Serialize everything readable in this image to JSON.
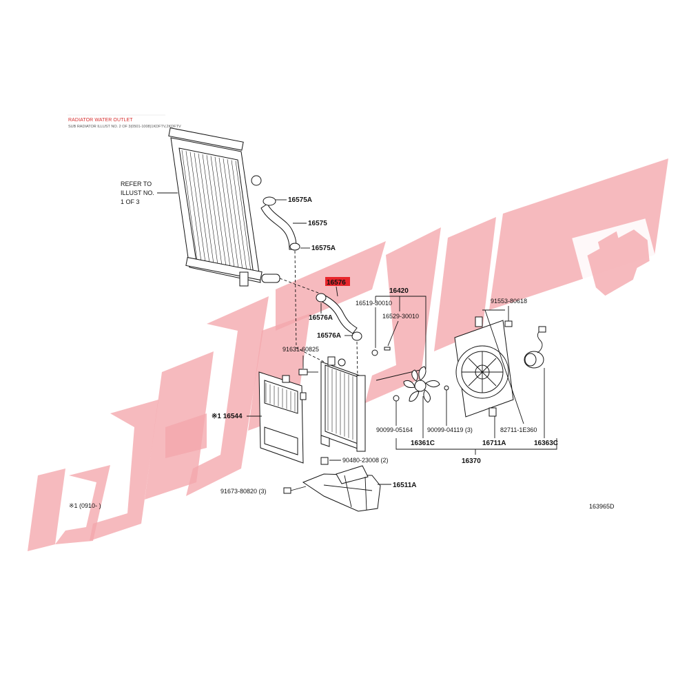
{
  "header": {
    "title": "RADIATOR WATER OUTLET",
    "subtitle": "SUB RADIATOR ILLUST NO. 2 OF 3(0501-1008)1KDFTV,2KDFTV"
  },
  "refer_note": [
    "REFER TO",
    "ILLUST NO.",
    "1 OF 3"
  ],
  "parts": {
    "p16575A_top": "16575A",
    "p16575": "16575",
    "p16575A_bottom": "16575A",
    "p16576": "16576",
    "p16576A_left": "16576A",
    "p16576A_right": "16576A",
    "p16420": "16420",
    "p16519": "16519-30010",
    "p16529": "16529-30010",
    "p91553": "91553-80618",
    "p91631": "91631-60825",
    "p16544": "※1 16544",
    "p90099_05164": "90099-05164",
    "p90099_04119": "90099-04119 (3)",
    "p82711": "82711-1E360",
    "p16361C": "16361C",
    "p16711A": "16711A",
    "p16363C": "16363C",
    "p16370": "16370",
    "p90480": "90480-23008 (2)",
    "p16511A": "16511A",
    "p91673": "91673-80820 (3)"
  },
  "highlighted_part": "16576",
  "footnote": "※1 (0910-     )",
  "diagram_code": "163965D",
  "colors": {
    "highlight": "#e8262c",
    "watermark": "#f3a7ac",
    "line": "#111111"
  }
}
